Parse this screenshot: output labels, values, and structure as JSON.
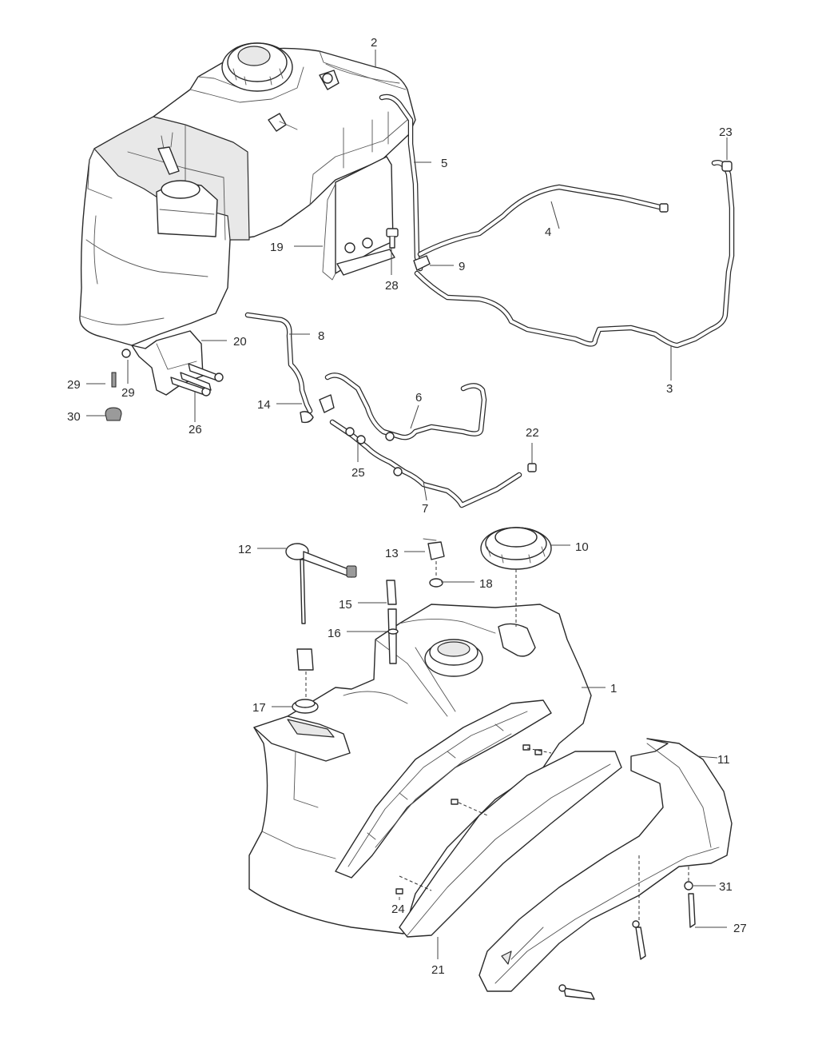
{
  "callouts": {
    "c1": "1",
    "c2": "2",
    "c3": "3",
    "c4": "4",
    "c5": "5",
    "c6": "6",
    "c7": "7",
    "c8": "8",
    "c9": "9",
    "c10": "10",
    "c11": "11",
    "c12": "12",
    "c13": "13",
    "c14": "14",
    "c15": "15",
    "c16": "16",
    "c17": "17",
    "c18": "18",
    "c19": "19",
    "c20": "20",
    "c21": "21",
    "c22": "22",
    "c23": "23",
    "c24": "24",
    "c25": "25",
    "c26": "26",
    "c27": "27",
    "c28": "28",
    "c29a": "29",
    "c29b": "29",
    "c30": "30",
    "c31": "31"
  }
}
